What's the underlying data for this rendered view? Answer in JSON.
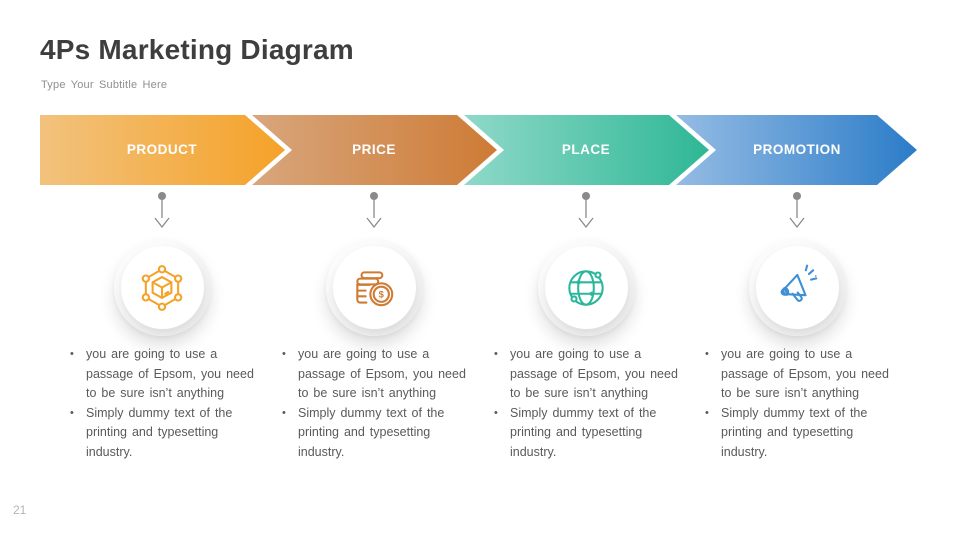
{
  "slide": {
    "title": "4Ps Marketing Diagram",
    "subtitle": "Type Your Subtitle Here",
    "page_number": "21"
  },
  "colors": {
    "title_text": "#3E3E3E",
    "subtitle_text": "#8F8F8F",
    "body_text": "#5A5A5A",
    "connector": "#8A8A8A",
    "page_number": "#B5B5B5",
    "band_label_text": "#FFFFFF"
  },
  "columns": [
    {
      "label": "PRODUCT",
      "icon": "product-network-icon",
      "gradient_start": "#F2C27D",
      "gradient_end": "#F5A228",
      "icon_color": "#F5A228",
      "bullets": [
        "you are going to use a passage of Epsom, you need to be sure isn’t anything",
        "Simply dummy text of the printing and typesetting industry."
      ]
    },
    {
      "label": "PRICE",
      "icon": "coins-icon",
      "gradient_start": "#D8A67C",
      "gradient_end": "#CE7B35",
      "icon_color": "#CE7B35",
      "bullets": [
        "you are going to use a passage of Epsom, you need to be sure isn’t anything",
        "Simply dummy text of the printing and typesetting industry."
      ]
    },
    {
      "label": "PLACE",
      "icon": "globe-icon",
      "gradient_start": "#8FD9C9",
      "gradient_end": "#2EB795",
      "icon_color": "#2BB79B",
      "bullets": [
        "you are going to use a passage of Epsom, you need to be sure isn’t anything",
        "Simply dummy text of the printing and typesetting industry."
      ]
    },
    {
      "label": "PROMOTION",
      "icon": "megaphone-icon",
      "gradient_start": "#95BCE4",
      "gradient_end": "#2B7CC8",
      "icon_color": "#3E8FD4",
      "bullets": [
        "you are going to use a passage of Epsom, you need to be sure isn’t anything",
        "Simply dummy text of the printing and typesetting industry."
      ]
    }
  ]
}
